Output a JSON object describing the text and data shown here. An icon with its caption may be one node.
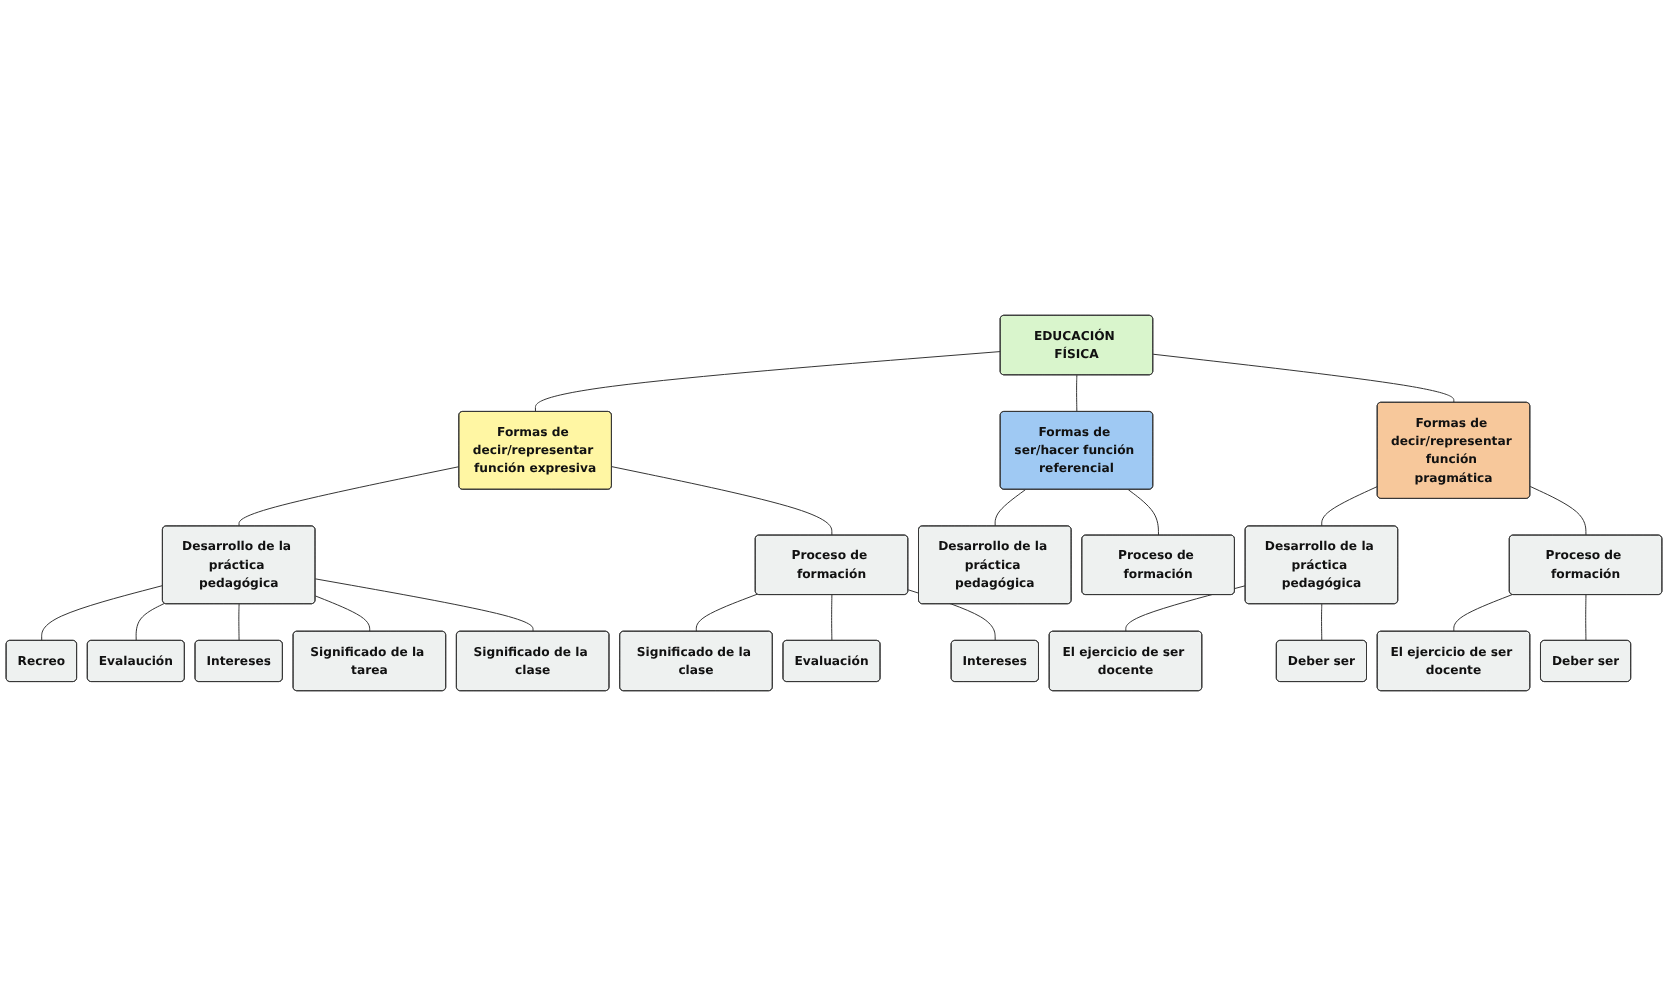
{
  "diagram": {
    "nodes": [
      {
        "text": [
          "EDUCACIÓN FÍSICA"
        ]
      },
      {
        "text": [
          "Formas de decir/representar función expresiva"
        ]
      },
      {
        "text": [
          "Desarrollo de la práctica pedagógica"
        ]
      },
      {
        "text": [
          "Recreo"
        ]
      },
      {
        "text": [
          "Evalaución"
        ]
      },
      {
        "text": [
          "Intereses"
        ]
      },
      {
        "text": [
          "Significado de la tarea"
        ]
      },
      {
        "text": [
          "Significado de la clase"
        ]
      },
      {
        "text": [
          "Proceso de formación"
        ]
      },
      {
        "text": [
          "Significado de la clase"
        ]
      },
      {
        "text": [
          "Evaluación"
        ]
      },
      {
        "text": [
          "Intereses"
        ]
      },
      {
        "text": [
          "Formas de ser/hacer función referencial"
        ]
      },
      {
        "text": [
          "Desarrollo de la práctica pedagógica"
        ]
      },
      {
        "text": [
          "Proceso de formación"
        ]
      },
      {
        "text": [
          "Formas de decir/representar función pragmática"
        ]
      },
      {
        "text": [
          "Desarrollo de la práctica pedagógica"
        ]
      },
      {
        "text": [
          "El ejercicio de ser docente"
        ]
      },
      {
        "text": [
          "Deber ser"
        ]
      },
      {
        "text": [
          "Proceso de formación"
        ]
      },
      {
        "text": [
          "El ejercicio de ser docente"
        ]
      },
      {
        "text": [
          "Deber ser"
        ]
      }
    ],
    "edges": [
      {
        "from": 0,
        "to": 1,
        "arrow": "none"
      },
      {
        "from": 1,
        "to": 2,
        "arrow": "none"
      },
      {
        "from": 2,
        "to": 3,
        "arrow": "none"
      },
      {
        "from": 2,
        "to": 4,
        "arrow": "none"
      },
      {
        "from": 2,
        "to": 5,
        "arrow": "none"
      },
      {
        "from": 2,
        "to": 6,
        "arrow": "none"
      },
      {
        "from": 2,
        "to": 7,
        "arrow": "none"
      },
      {
        "from": 1,
        "to": 8,
        "arrow": "none"
      },
      {
        "from": 8,
        "to": 9,
        "arrow": "none"
      },
      {
        "from": 8,
        "to": 10,
        "arrow": "none"
      },
      {
        "from": 8,
        "to": 11,
        "arrow": "none"
      },
      {
        "from": 0,
        "to": 12,
        "arrow": "none"
      },
      {
        "from": 12,
        "to": 13,
        "arrow": "none"
      },
      {
        "from": 12,
        "to": 14,
        "arrow": "none"
      },
      {
        "from": 0,
        "to": 15,
        "arrow": "none"
      },
      {
        "from": 15,
        "to": 16,
        "arrow": "none"
      },
      {
        "from": 16,
        "to": 17,
        "arrow": "none"
      },
      {
        "from": 16,
        "to": 18,
        "arrow": "none"
      },
      {
        "from": 15,
        "to": 19,
        "arrow": "none"
      },
      {
        "from": 19,
        "to": 20,
        "arrow": "none"
      },
      {
        "from": 19,
        "to": 21,
        "arrow": "none"
      }
    ]
  }
}
